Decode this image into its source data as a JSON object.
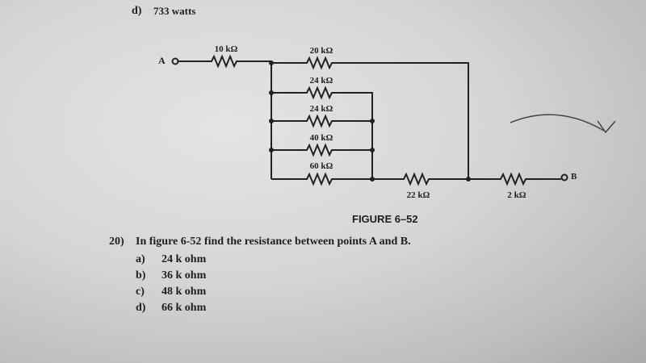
{
  "prev_question": {
    "letter": "d)",
    "text": "733 watts"
  },
  "figure": {
    "caption": "FIGURE 6–52",
    "terminal_a": "A",
    "terminal_b": "B",
    "resistors": {
      "r1": "10 kΩ",
      "r2": "20 kΩ",
      "r3": "24 kΩ",
      "r4": "24 kΩ",
      "r5": "40 kΩ",
      "r6": "60 kΩ",
      "r7": "22 kΩ",
      "r8": "2 kΩ"
    }
  },
  "question": {
    "number": "20)",
    "text": "In figure 6-52 find the resistance between points A and B.",
    "options": [
      {
        "letter": "a)",
        "text": "24 k ohm"
      },
      {
        "letter": "b)",
        "text": "36 k ohm"
      },
      {
        "letter": "c)",
        "text": "48 k ohm"
      },
      {
        "letter": "d)",
        "text": "66 k ohm"
      }
    ]
  }
}
